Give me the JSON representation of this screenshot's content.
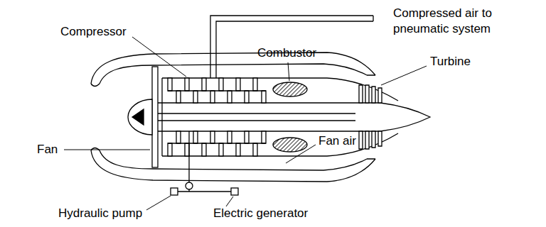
{
  "diagram": {
    "labels": [
      "Compressor",
      "Combustor",
      "Compressed air to pneumatic system",
      "Turbine",
      "Fan",
      "Fan air",
      "Hydraulic pump",
      "Electric generator"
    ]
  }
}
